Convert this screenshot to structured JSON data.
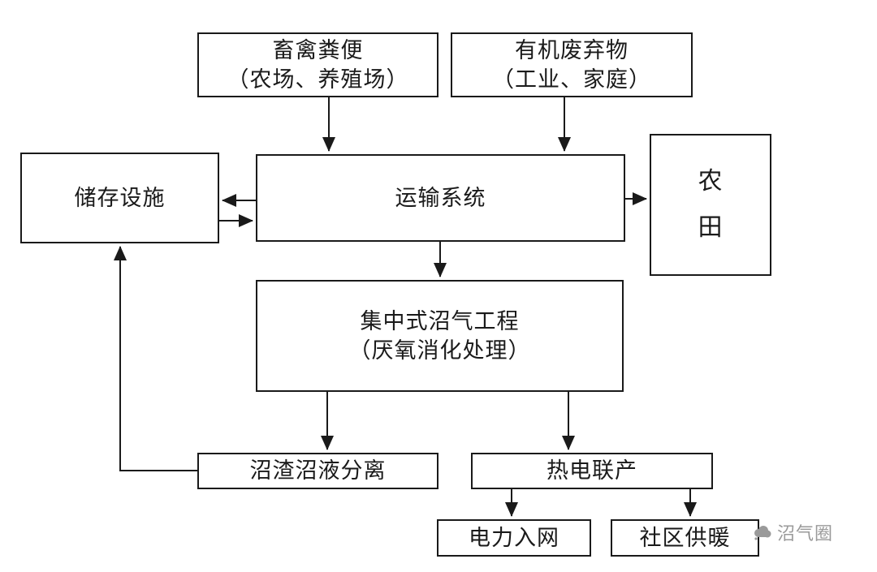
{
  "diagram": {
    "nodes": {
      "livestock": {
        "line1": "畜禽粪便",
        "line2": "（农场、养殖场）"
      },
      "organic": {
        "line1": "有机废弃物",
        "line2": "（工业、家庭）"
      },
      "storage": {
        "label": "储存设施"
      },
      "transport": {
        "label": "运输系统"
      },
      "farmland": {
        "char1": "农",
        "char2": "田"
      },
      "biogas": {
        "line1": "集中式沼气工程",
        "line2": "（厌氧消化处理）"
      },
      "separation": {
        "label": "沼渣沼液分离"
      },
      "chp": {
        "label": "热电联产"
      },
      "grid": {
        "label": "电力入网"
      },
      "heating": {
        "label": "社区供暖"
      }
    },
    "edges": [
      {
        "from": "livestock",
        "to": "transport"
      },
      {
        "from": "organic",
        "to": "transport"
      },
      {
        "from": "transport",
        "to": "storage"
      },
      {
        "from": "storage",
        "to": "transport"
      },
      {
        "from": "transport",
        "to": "farmland"
      },
      {
        "from": "transport",
        "to": "biogas"
      },
      {
        "from": "biogas",
        "to": "separation"
      },
      {
        "from": "biogas",
        "to": "chp"
      },
      {
        "from": "separation",
        "to": "storage"
      },
      {
        "from": "chp",
        "to": "grid"
      },
      {
        "from": "chp",
        "to": "heating"
      }
    ],
    "watermark": {
      "text": "沼气圈",
      "icon": "cloud-icon",
      "color": "#9a9a9a"
    },
    "colors": {
      "line": "#1a1a1a",
      "background": "#ffffff",
      "text": "#1a1a1a"
    }
  }
}
